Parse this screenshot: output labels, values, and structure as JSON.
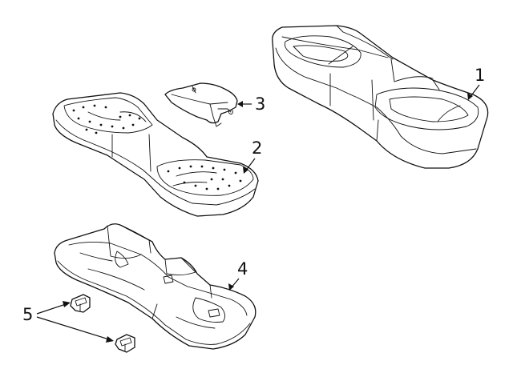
{
  "callouts": {
    "c1": "1",
    "c2": "2",
    "c3": "3",
    "c4": "4",
    "c5": "5"
  },
  "colors": {
    "stroke": "#111111",
    "background": "#ffffff"
  }
}
